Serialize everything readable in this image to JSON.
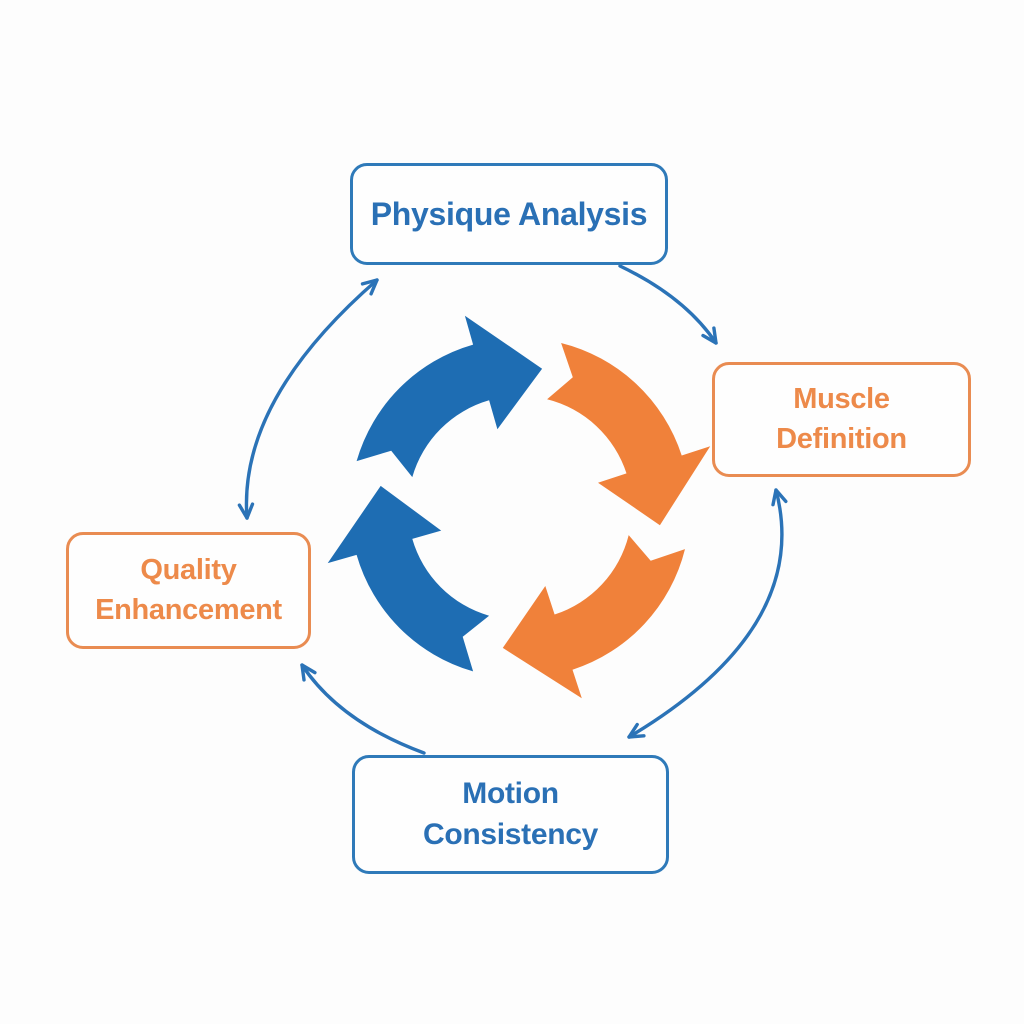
{
  "diagram": {
    "type": "cycle-diagram",
    "background": "#fdfdfd",
    "nodes": [
      {
        "id": "physique-analysis",
        "label": "Physique Analysis",
        "theme": "blue",
        "position": "top"
      },
      {
        "id": "muscle-definition",
        "label": "Muscle\nDefinition",
        "theme": "orange",
        "position": "right"
      },
      {
        "id": "motion-consistency",
        "label": "Motion\nConsistency",
        "theme": "blue",
        "position": "bottom"
      },
      {
        "id": "quality-enhancement",
        "label": "Quality\nEnhancement",
        "theme": "orange",
        "position": "left"
      }
    ],
    "edges": [
      {
        "from": "physique-analysis",
        "to": "muscle-definition",
        "bidirectional": false
      },
      {
        "from": "muscle-definition",
        "to": "motion-consistency",
        "bidirectional": true
      },
      {
        "from": "motion-consistency",
        "to": "quality-enhancement",
        "bidirectional": false
      },
      {
        "from": "quality-enhancement",
        "to": "physique-analysis",
        "bidirectional": true
      }
    ],
    "cycle": {
      "direction": "clockwise",
      "segments": [
        {
          "position": "top-left",
          "color_key": "arc_blue"
        },
        {
          "position": "top-right",
          "color_key": "arc_orange"
        },
        {
          "position": "bottom-right",
          "color_key": "arc_orange"
        },
        {
          "position": "bottom-left",
          "color_key": "arc_blue"
        }
      ]
    },
    "colors": {
      "arc_blue": "#1e6db3",
      "arc_orange": "#f0813a",
      "box_border_blue": "#2f7ab9",
      "box_text_blue": "#2a70b5",
      "box_border_orange": "#e98c52",
      "box_text_orange": "#ed8a4a",
      "connector": "#2b73b7"
    }
  }
}
